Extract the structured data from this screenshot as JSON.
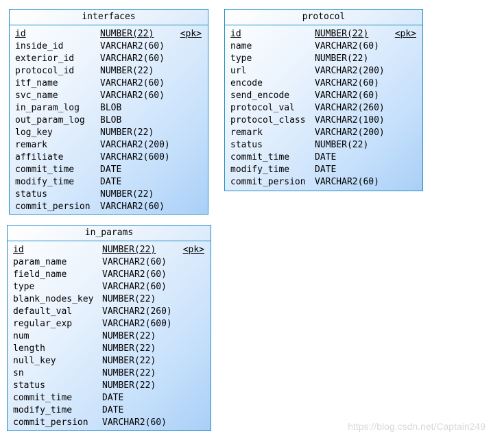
{
  "entities": [
    {
      "id": "interfaces",
      "title": "interfaces",
      "columns": [
        {
          "name": "id",
          "type": "NUMBER(22)",
          "key": "<pk>",
          "pk": true
        },
        {
          "name": "inside_id",
          "type": "VARCHAR2(60)",
          "key": "",
          "pk": false
        },
        {
          "name": "exterior_id",
          "type": "VARCHAR2(60)",
          "key": "",
          "pk": false
        },
        {
          "name": "protocol_id",
          "type": "NUMBER(22)",
          "key": "",
          "pk": false
        },
        {
          "name": "itf_name",
          "type": "VARCHAR2(60)",
          "key": "",
          "pk": false
        },
        {
          "name": "svc_name",
          "type": "VARCHAR2(60)",
          "key": "",
          "pk": false
        },
        {
          "name": "in_param_log",
          "type": "BLOB",
          "key": "",
          "pk": false
        },
        {
          "name": "out_param_log",
          "type": "BLOB",
          "key": "",
          "pk": false
        },
        {
          "name": "log_key",
          "type": "NUMBER(22)",
          "key": "",
          "pk": false
        },
        {
          "name": "remark",
          "type": "VARCHAR2(200)",
          "key": "",
          "pk": false
        },
        {
          "name": "affiliate",
          "type": "VARCHAR2(600)",
          "key": "",
          "pk": false
        },
        {
          "name": "commit_time",
          "type": "DATE",
          "key": "",
          "pk": false
        },
        {
          "name": "modify_time",
          "type": "DATE",
          "key": "",
          "pk": false
        },
        {
          "name": "status",
          "type": "NUMBER(22)",
          "key": "",
          "pk": false
        },
        {
          "name": "commit_persion",
          "type": "VARCHAR2(60)",
          "key": "",
          "pk": false
        }
      ]
    },
    {
      "id": "protocol",
      "title": "protocol",
      "columns": [
        {
          "name": "id",
          "type": "NUMBER(22)",
          "key": "<pk>",
          "pk": true
        },
        {
          "name": "name",
          "type": "VARCHAR2(60)",
          "key": "",
          "pk": false
        },
        {
          "name": "type",
          "type": "NUMBER(22)",
          "key": "",
          "pk": false
        },
        {
          "name": "url",
          "type": "VARCHAR2(200)",
          "key": "",
          "pk": false
        },
        {
          "name": "encode",
          "type": "VARCHAR2(60)",
          "key": "",
          "pk": false
        },
        {
          "name": "send_encode",
          "type": "VARCHAR2(60)",
          "key": "",
          "pk": false
        },
        {
          "name": "protocol_val",
          "type": "VARCHAR2(260)",
          "key": "",
          "pk": false
        },
        {
          "name": "protocol_class",
          "type": "VARCHAR2(100)",
          "key": "",
          "pk": false
        },
        {
          "name": "remark",
          "type": "VARCHAR2(200)",
          "key": "",
          "pk": false
        },
        {
          "name": "status",
          "type": "NUMBER(22)",
          "key": "",
          "pk": false
        },
        {
          "name": "commit_time",
          "type": "DATE",
          "key": "",
          "pk": false
        },
        {
          "name": "modify_time",
          "type": "DATE",
          "key": "",
          "pk": false
        },
        {
          "name": "commit_persion",
          "type": "VARCHAR2(60)",
          "key": "",
          "pk": false
        }
      ]
    },
    {
      "id": "in_params",
      "title": "in_params",
      "columns": [
        {
          "name": "id",
          "type": "NUMBER(22)",
          "key": "<pk>",
          "pk": true
        },
        {
          "name": "param_name",
          "type": "VARCHAR2(60)",
          "key": "",
          "pk": false
        },
        {
          "name": "field_name",
          "type": "VARCHAR2(60)",
          "key": "",
          "pk": false
        },
        {
          "name": "type",
          "type": "VARCHAR2(60)",
          "key": "",
          "pk": false
        },
        {
          "name": "blank_nodes_key",
          "type": "NUMBER(22)",
          "key": "",
          "pk": false
        },
        {
          "name": "default_val",
          "type": "VARCHAR2(260)",
          "key": "",
          "pk": false
        },
        {
          "name": "regular_exp",
          "type": "VARCHAR2(600)",
          "key": "",
          "pk": false
        },
        {
          "name": "num",
          "type": "NUMBER(22)",
          "key": "",
          "pk": false
        },
        {
          "name": "length",
          "type": "NUMBER(22)",
          "key": "",
          "pk": false
        },
        {
          "name": "null_key",
          "type": "NUMBER(22)",
          "key": "",
          "pk": false
        },
        {
          "name": "sn",
          "type": "NUMBER(22)",
          "key": "",
          "pk": false
        },
        {
          "name": "status",
          "type": "NUMBER(22)",
          "key": "",
          "pk": false
        },
        {
          "name": "commit_time",
          "type": "DATE",
          "key": "",
          "pk": false
        },
        {
          "name": "modify_time",
          "type": "DATE",
          "key": "",
          "pk": false
        },
        {
          "name": "commit_persion",
          "type": "VARCHAR2(60)",
          "key": "",
          "pk": false
        }
      ]
    }
  ],
  "watermark": "https://blog.csdn.net/Captain249"
}
